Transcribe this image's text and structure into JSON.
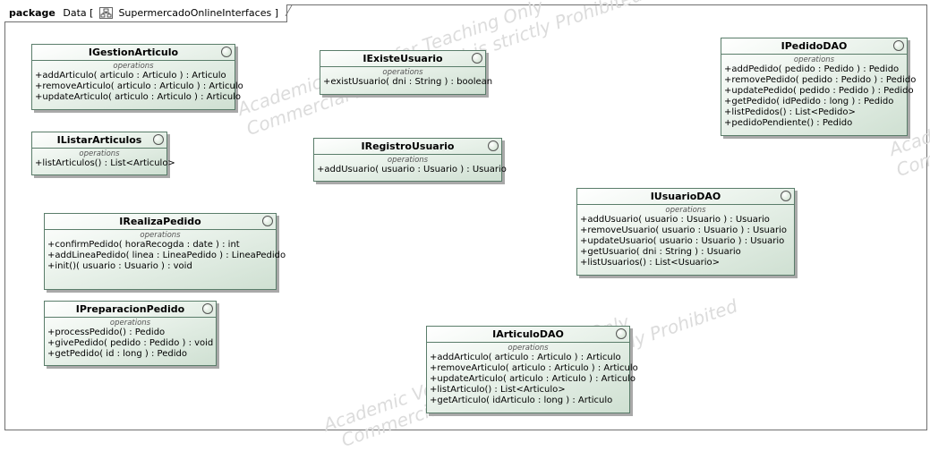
{
  "package": {
    "keyword": "package",
    "name": "Data",
    "bracket_open": "[",
    "diagram": "SupermercadoOnlineInterfaces",
    "bracket_close": "]"
  },
  "watermarks": [
    "Academic Version for Teaching Only",
    "Commercial Development is strictly Prohibited",
    "Academic Version for Teaching Only",
    "Commercial Development is strictly Prohibited",
    "Academic Version for Teaching Only",
    "Commercial Development is strictly Prohibited"
  ],
  "section_label": "operations",
  "classes": [
    {
      "name": "IGestionArticulo",
      "ops": [
        "+addArticulo( articulo : Articulo ) : Articulo",
        "+removeArticulo( articulo : Articulo ) : Articulo",
        "+updateArticulo( articulo : Articulo ) : Articulo"
      ]
    },
    {
      "name": "IExisteUsuario",
      "ops": [
        "+existUsuario( dni : String ) : boolean"
      ]
    },
    {
      "name": "IPedidoDAO",
      "ops": [
        "+addPedido( pedido : Pedido ) : Pedido",
        "+removePedido( pedido : Pedido ) : Pedido",
        "+updatePedido( pedido : Pedido ) : Pedido",
        "+getPedido( idPedido : long ) : Pedido",
        "+listPedidos() : List<Pedido>",
        "+pedidoPendiente() : Pedido"
      ]
    },
    {
      "name": "IListarArticulos",
      "ops": [
        "+listArticulos() : List<Articulo>"
      ]
    },
    {
      "name": "IRegistroUsuario",
      "ops": [
        "+addUsuario( usuario : Usuario ) : Usuario"
      ]
    },
    {
      "name": "IUsuarioDAO",
      "ops": [
        "+addUsuario( usuario : Usuario ) : Usuario",
        "+removeUsuario( usuario : Usuario ) : Usuario",
        "+updateUsuario( usuario : Usuario ) : Usuario",
        "+getUsuario( dni : String ) : Usuario",
        "+listUsuarios() : List<Usuario>"
      ]
    },
    {
      "name": "IRealizaPedido",
      "ops": [
        "+confirmPedido( horaRecogda : date ) : int",
        "+addLineaPedido( linea : LineaPedido ) : LineaPedido",
        "+init()( usuario : Usuario ) : void"
      ]
    },
    {
      "name": "IPreparacionPedido",
      "ops": [
        "+processPedido() : Pedido",
        "+givePedido( pedido : Pedido ) : void",
        "+getPedido( id : long ) : Pedido"
      ]
    },
    {
      "name": "IArticuloDAO",
      "ops": [
        "+addArticulo( articulo : Articulo ) : Articulo",
        "+removeArticulo( articulo : Articulo ) : Articulo",
        "+updateArticulo( articulo : Articulo ) : Articulo",
        "+listArticulo() : List<Articulo>",
        "+getArticulo( idArticulo : long ) : Articulo"
      ]
    }
  ]
}
